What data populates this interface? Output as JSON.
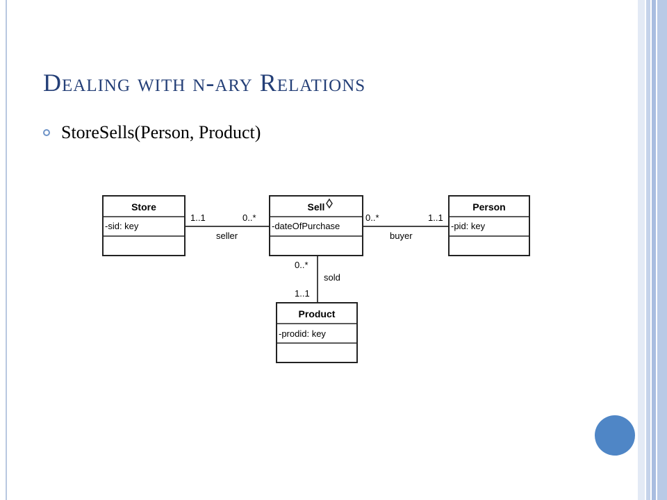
{
  "slide": {
    "title": "Dealing with n-ary Relations",
    "bullets": [
      "StoreSells(Person, Product)"
    ]
  },
  "diagram": {
    "classes": {
      "store": {
        "name": "Store",
        "attribute": "-sid: key"
      },
      "sell": {
        "name": "Sell",
        "attribute": "-dateOfPurchase"
      },
      "person": {
        "name": "Person",
        "attribute": "-pid: key"
      },
      "product": {
        "name": "Product",
        "attribute": "-prodid: key"
      }
    },
    "associations": {
      "seller": {
        "role": "seller",
        "store_mult": "1..1",
        "sell_mult": "0..*"
      },
      "buyer": {
        "role": "buyer",
        "sell_mult": "0..*",
        "person_mult": "1..1"
      },
      "sold": {
        "role": "sold",
        "sell_mult": "0..*",
        "product_mult": "1..1"
      }
    }
  },
  "colors": {
    "title": "#243f77",
    "accent_circle": "#4f86c6",
    "bullet": "#6e93c7",
    "side_bars": [
      "#d9e3f1",
      "#b7c8e4",
      "#8fa9d4"
    ]
  }
}
